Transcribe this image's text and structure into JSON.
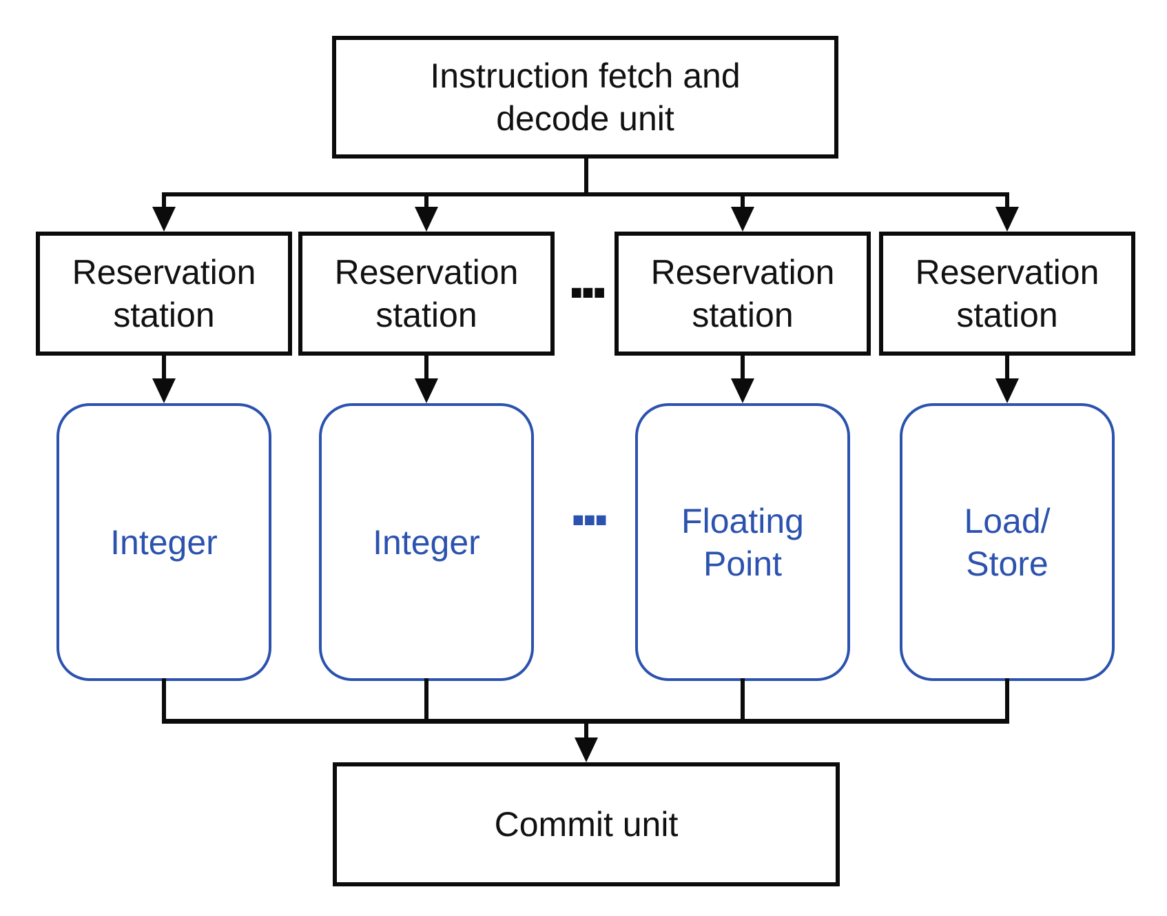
{
  "diagram": {
    "title_box": {
      "label": "Instruction fetch and\ndecode unit"
    },
    "reservation_row": {
      "stations": [
        {
          "label": "Reservation\nstation"
        },
        {
          "label": "Reservation\nstation"
        },
        {
          "label": "Reservation\nstation"
        },
        {
          "label": "Reservation\nstation"
        }
      ],
      "ellipsis": "..."
    },
    "functional_units": {
      "units": [
        {
          "label": "Integer"
        },
        {
          "label": "Integer"
        },
        {
          "label": "Floating\nPoint"
        },
        {
          "label": "Load/\nStore"
        }
      ],
      "ellipsis": "..."
    },
    "commit_box": {
      "label": "Commit unit"
    },
    "colors": {
      "unit_blue": "#2b52ae",
      "line_black": "#0b0b0b",
      "background": "#ffffff"
    }
  }
}
